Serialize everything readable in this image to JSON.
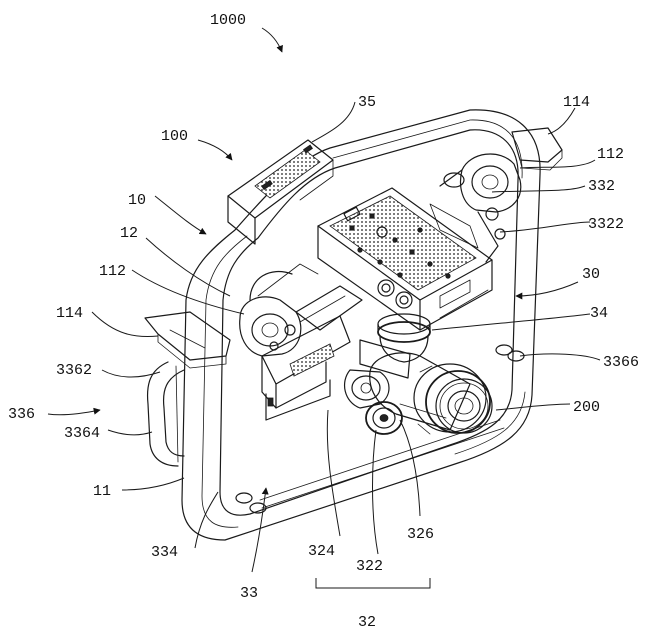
{
  "labels": {
    "l1000": "1000",
    "l35": "35",
    "l114_top": "114",
    "l100": "100",
    "l112_top": "112",
    "l332": "332",
    "l10": "10",
    "l3322": "3322",
    "l12": "12",
    "l30": "30",
    "l112_left": "112",
    "l34": "34",
    "l114_left": "114",
    "l3366": "3366",
    "l3362": "3362",
    "l200": "200",
    "l336": "336",
    "l3364": "3364",
    "l11": "11",
    "l326": "326",
    "l334": "334",
    "l324": "324",
    "l322": "322",
    "l33": "33",
    "l32": "32"
  }
}
